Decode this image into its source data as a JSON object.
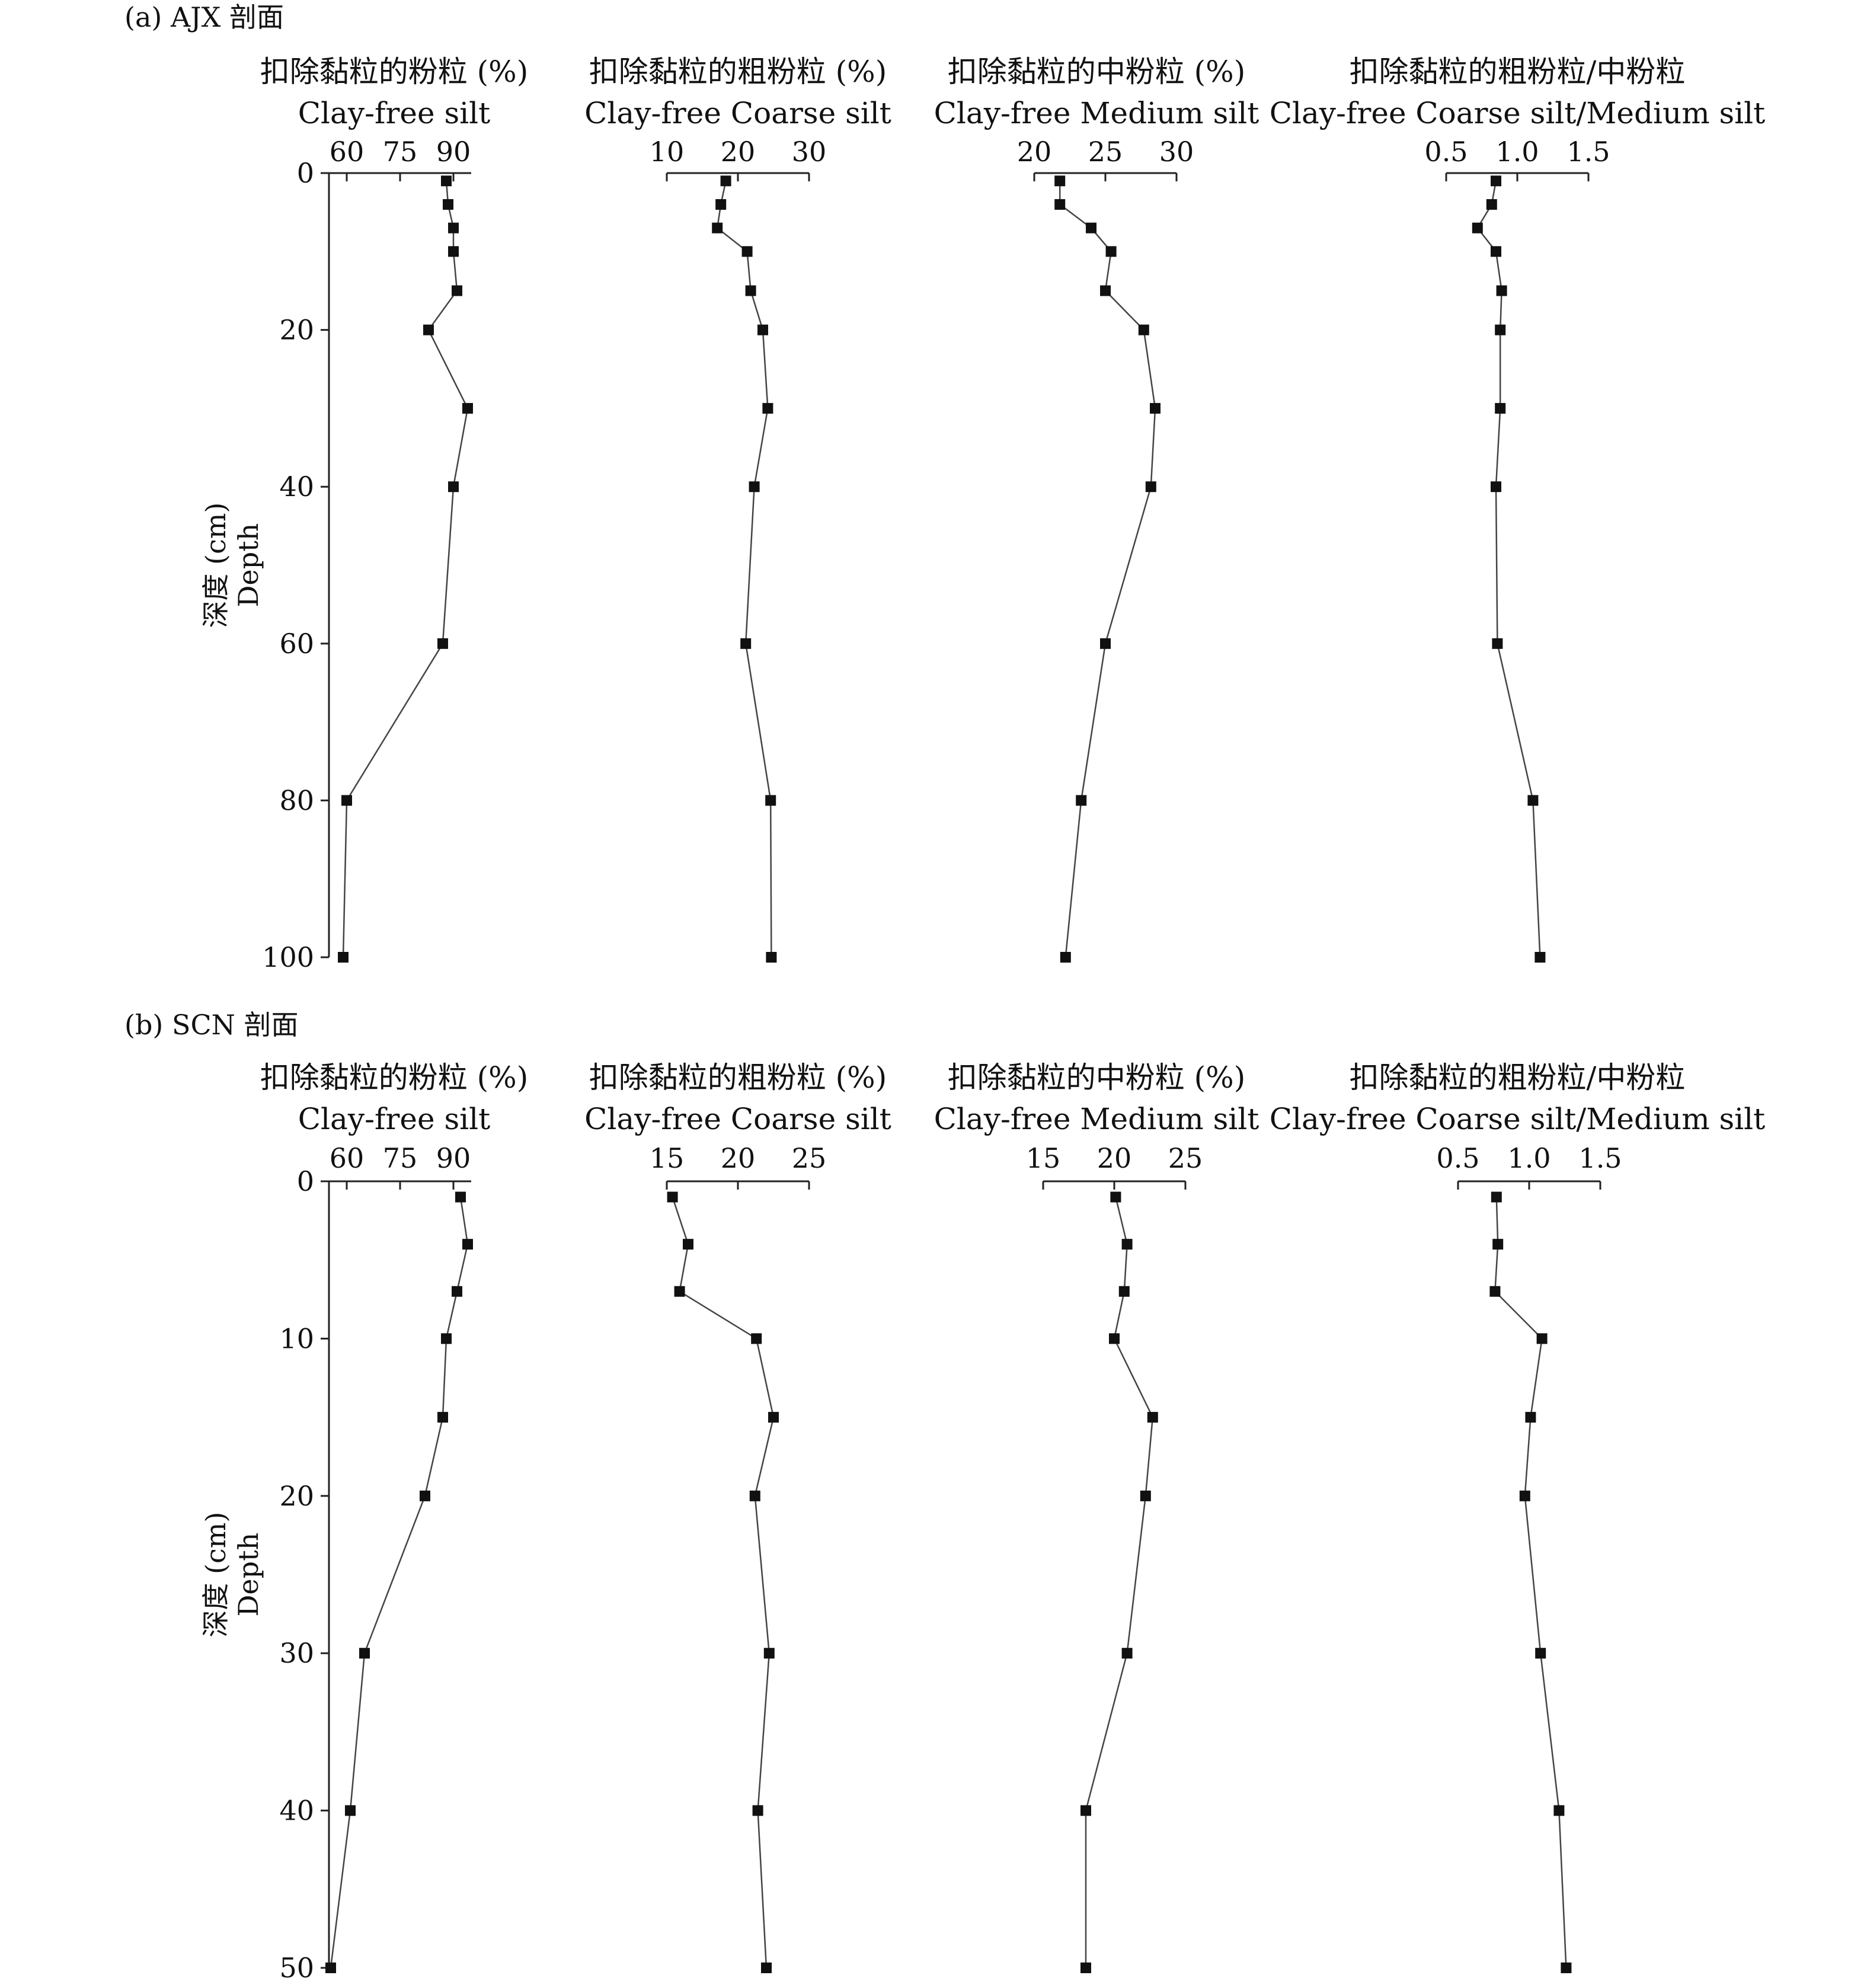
{
  "chart_data": [
    {
      "type": "line",
      "panel_label": "(a) AJX 剖面",
      "ylabel_cn": "深度 (cm)",
      "ylabel_en": "Depth",
      "y_ticks": [
        0,
        20,
        40,
        60,
        80,
        100
      ],
      "ylim": [
        0,
        100
      ],
      "y_inverted": true,
      "depth": [
        1,
        4,
        7,
        10,
        15,
        20,
        30,
        40,
        60,
        80,
        100
      ],
      "columns": [
        {
          "title_cn": "扣除黏粒的粉粒 (%)",
          "title_en": "Clay-free silt",
          "x_tick_labels": [
            "60",
            "75",
            "90"
          ],
          "x_ticks": [
            60,
            75,
            90
          ],
          "xlim": [
            55,
            95
          ],
          "values": [
            88,
            88.5,
            90,
            90,
            91,
            83,
            94,
            90,
            87,
            60,
            59
          ]
        },
        {
          "title_cn": "扣除黏粒的粗粉粒 (%)",
          "title_en": "Clay-free Coarse silt",
          "x_tick_labels": [
            "10",
            "20",
            "30"
          ],
          "x_ticks": [
            10,
            20,
            30
          ],
          "xlim": [
            10,
            30
          ],
          "values": [
            18.3,
            17.6,
            17.1,
            21.3,
            21.8,
            23.5,
            24.2,
            22.3,
            21.1,
            24.6,
            24.7
          ]
        },
        {
          "title_cn": "扣除黏粒的中粉粒 (%)",
          "title_en": "Clay-free Medium silt",
          "x_tick_labels": [
            "20",
            "25",
            "30"
          ],
          "x_ticks": [
            20,
            25,
            30
          ],
          "xlim": [
            20,
            30
          ],
          "values": [
            21.8,
            21.8,
            24.0,
            25.4,
            25.0,
            27.7,
            28.5,
            28.2,
            25.0,
            23.3,
            22.2
          ]
        },
        {
          "title_cn": "扣除黏粒的粗粉粒/中粉粒",
          "title_en": "Clay-free Coarse silt/Medium silt",
          "x_tick_labels": [
            "0.5",
            "1.0",
            "1.5"
          ],
          "x_ticks": [
            0.5,
            1.0,
            1.5
          ],
          "xlim": [
            0.5,
            1.5
          ],
          "values": [
            0.85,
            0.82,
            0.72,
            0.85,
            0.89,
            0.88,
            0.88,
            0.85,
            0.86,
            1.11,
            1.16
          ]
        }
      ]
    },
    {
      "type": "line",
      "panel_label": "(b) SCN 剖面",
      "ylabel_cn": "深度 (cm)",
      "ylabel_en": "Depth",
      "y_ticks": [
        0,
        10,
        20,
        30,
        40,
        50
      ],
      "ylim": [
        0,
        50
      ],
      "y_inverted": true,
      "depth": [
        1,
        4,
        7,
        10,
        15,
        20,
        30,
        40,
        50
      ],
      "columns": [
        {
          "title_cn": "扣除黏粒的粉粒 (%)",
          "title_en": "Clay-free silt",
          "x_tick_labels": [
            "60",
            "75",
            "90"
          ],
          "x_ticks": [
            60,
            75,
            90
          ],
          "xlim": [
            55,
            95
          ],
          "values": [
            92,
            94,
            91,
            88,
            87,
            82,
            65,
            61,
            55.5
          ]
        },
        {
          "title_cn": "扣除黏粒的粗粉粒 (%)",
          "title_en": "Clay-free Coarse silt",
          "x_tick_labels": [
            "15",
            "20",
            "25"
          ],
          "x_ticks": [
            15,
            20,
            25
          ],
          "xlim": [
            15,
            25
          ],
          "values": [
            15.4,
            16.5,
            15.9,
            21.3,
            22.5,
            21.2,
            22.2,
            21.4,
            22.0
          ]
        },
        {
          "title_cn": "扣除黏粒的中粉粒 (%)",
          "title_en": "Clay-free Medium silt",
          "x_tick_labels": [
            "15",
            "20",
            "25"
          ],
          "x_ticks": [
            15,
            20,
            25
          ],
          "xlim": [
            15,
            25
          ],
          "values": [
            20.1,
            20.9,
            20.7,
            20.0,
            22.7,
            22.2,
            20.9,
            18.0,
            18.0
          ]
        },
        {
          "title_cn": "扣除黏粒的粗粉粒/中粉粒",
          "title_en": "Clay-free Coarse silt/Medium silt",
          "x_tick_labels": [
            "0.5",
            "1.0",
            "1.5"
          ],
          "x_ticks": [
            0.5,
            1.0,
            1.5
          ],
          "xlim": [
            0.5,
            1.5
          ],
          "values": [
            0.77,
            0.78,
            0.76,
            1.09,
            1.01,
            0.97,
            1.08,
            1.21,
            1.26
          ]
        }
      ]
    }
  ]
}
